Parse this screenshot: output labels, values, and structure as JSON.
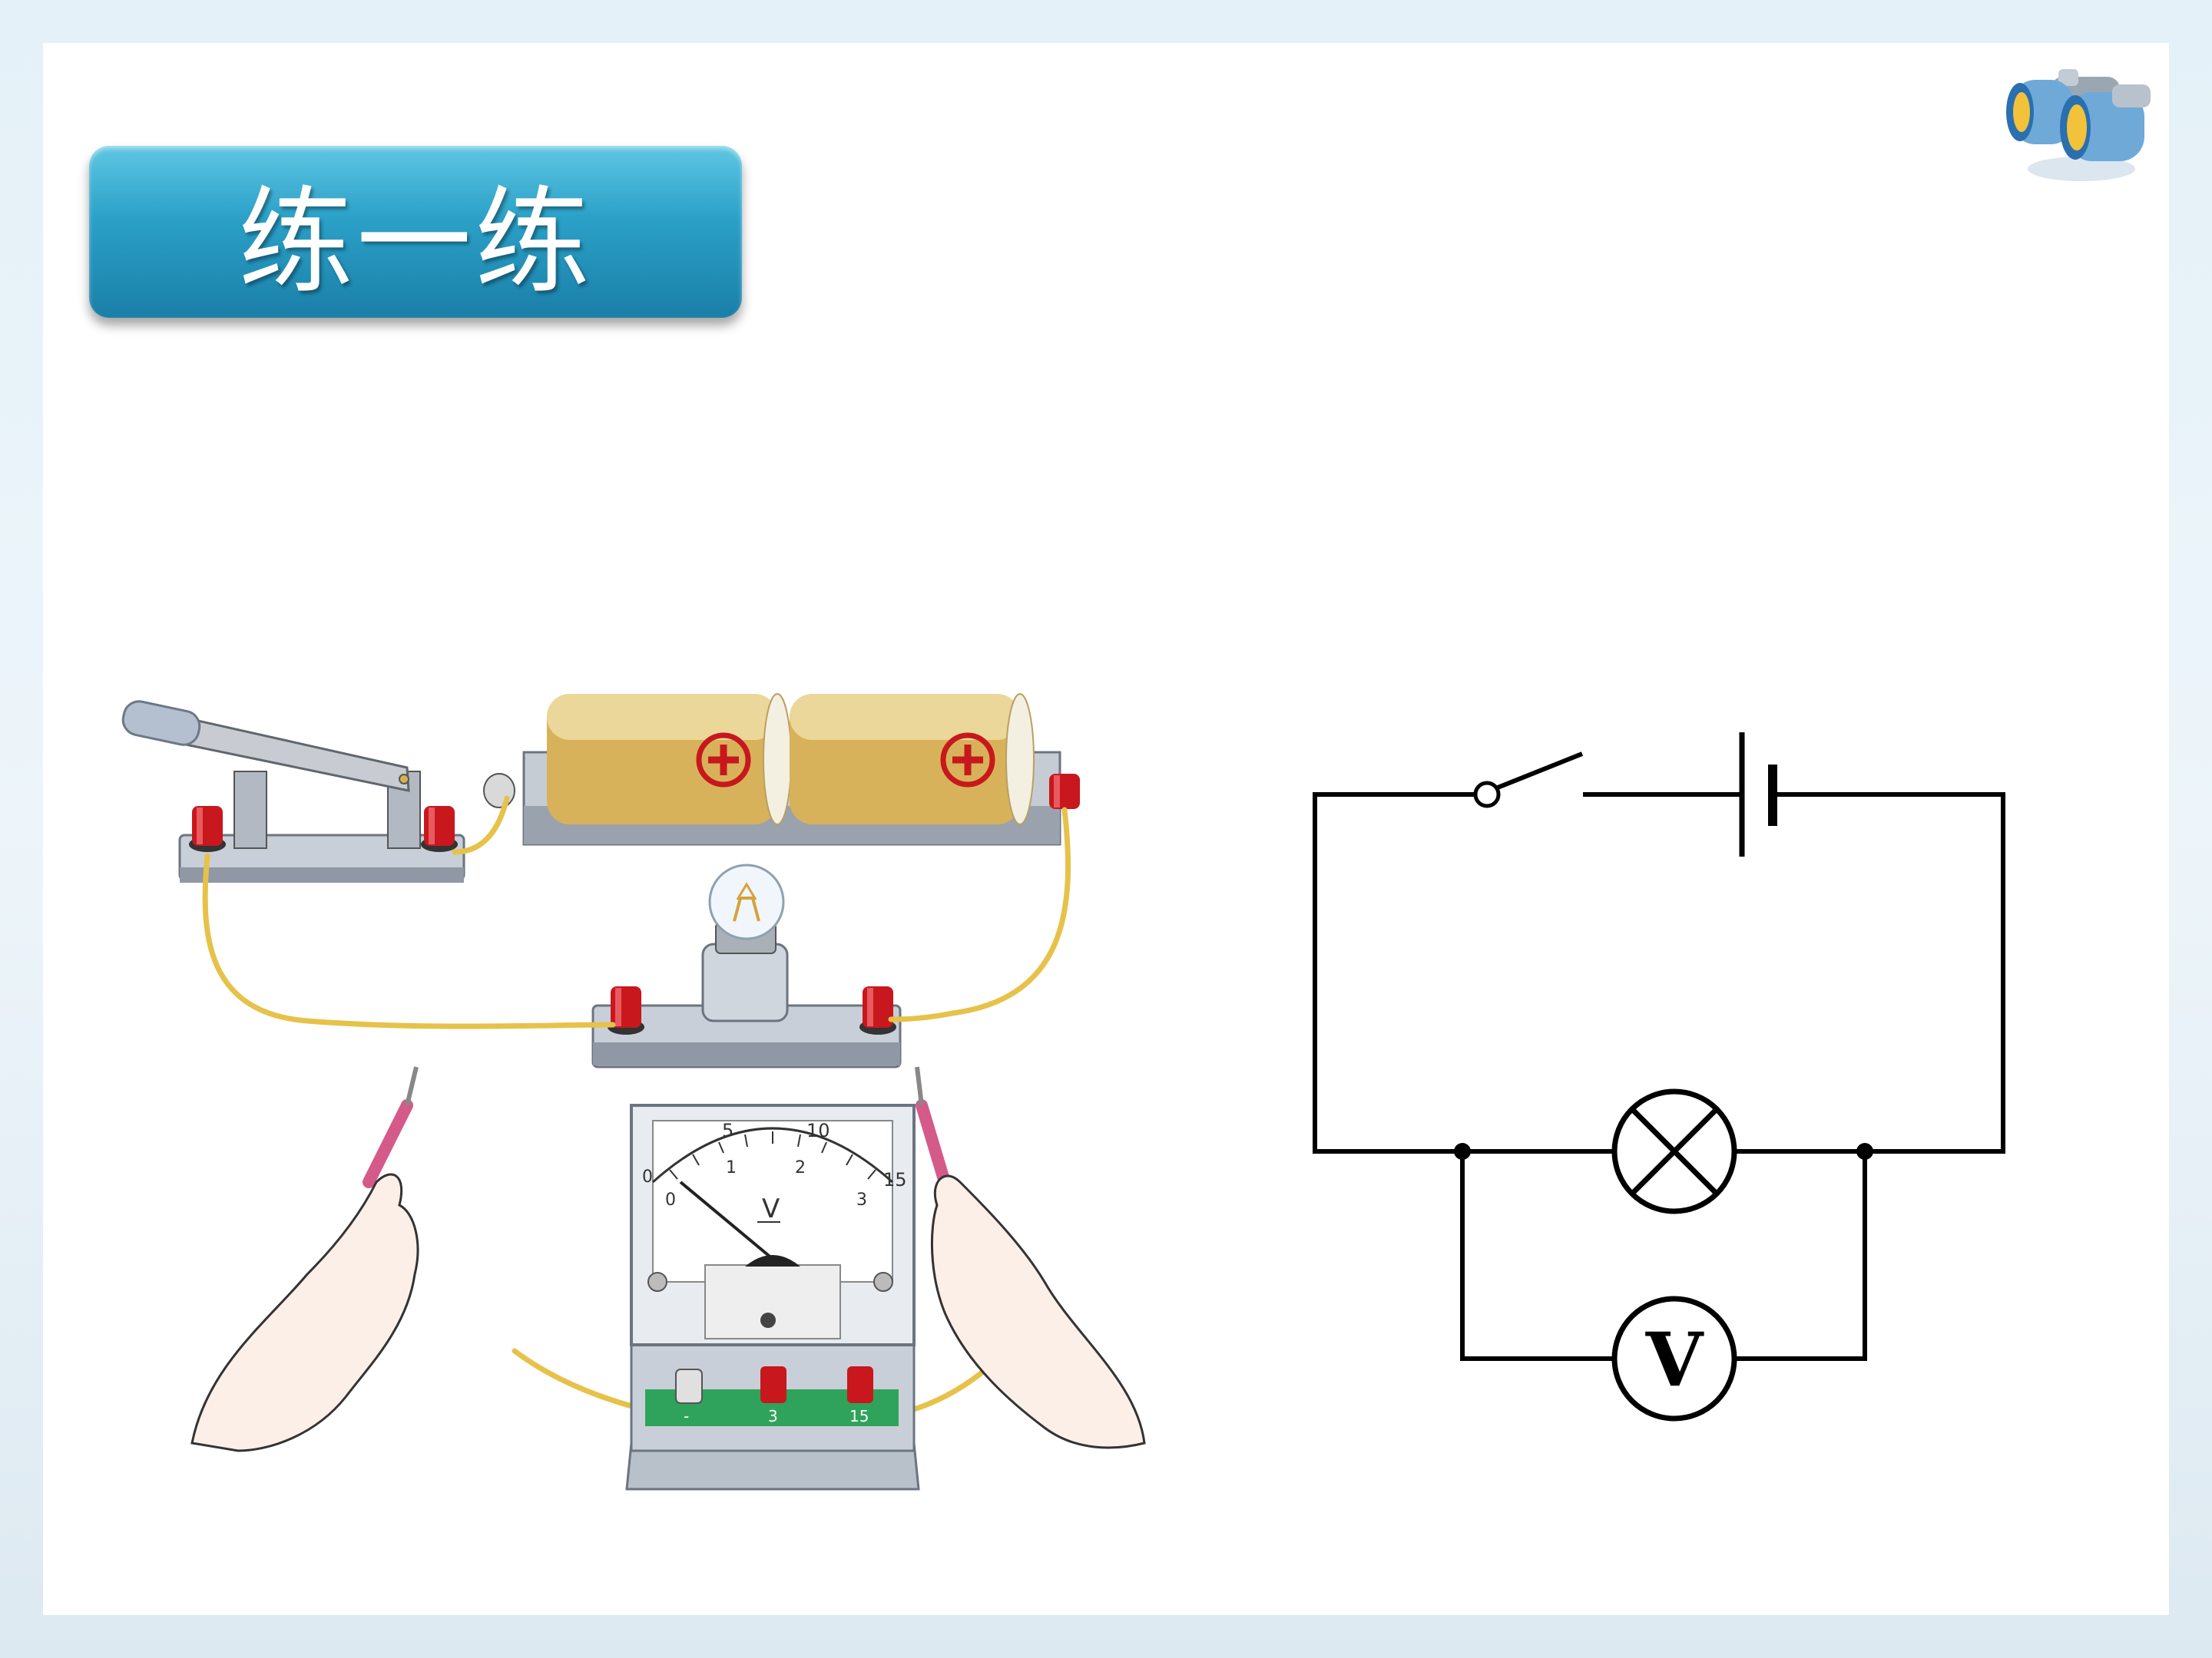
{
  "slide": {
    "title": "练一练"
  },
  "apparatus": {
    "voltmeter": {
      "upper_scale": [
        "5",
        "10",
        "15"
      ],
      "lower_scale": [
        "1",
        "2",
        "3"
      ],
      "zero_upper": "0",
      "zero_lower": "0",
      "unit": "V",
      "terminals": [
        "-",
        "3",
        "15"
      ]
    }
  },
  "schematic": {
    "voltmeter_symbol": "V"
  },
  "colors": {
    "title_badge": "#2ba1c8",
    "terminal_red": "#c8171d",
    "wire_yellow": "#e6c24a",
    "battery_gold": "#d8b25a",
    "schematic_line": "#000000"
  }
}
